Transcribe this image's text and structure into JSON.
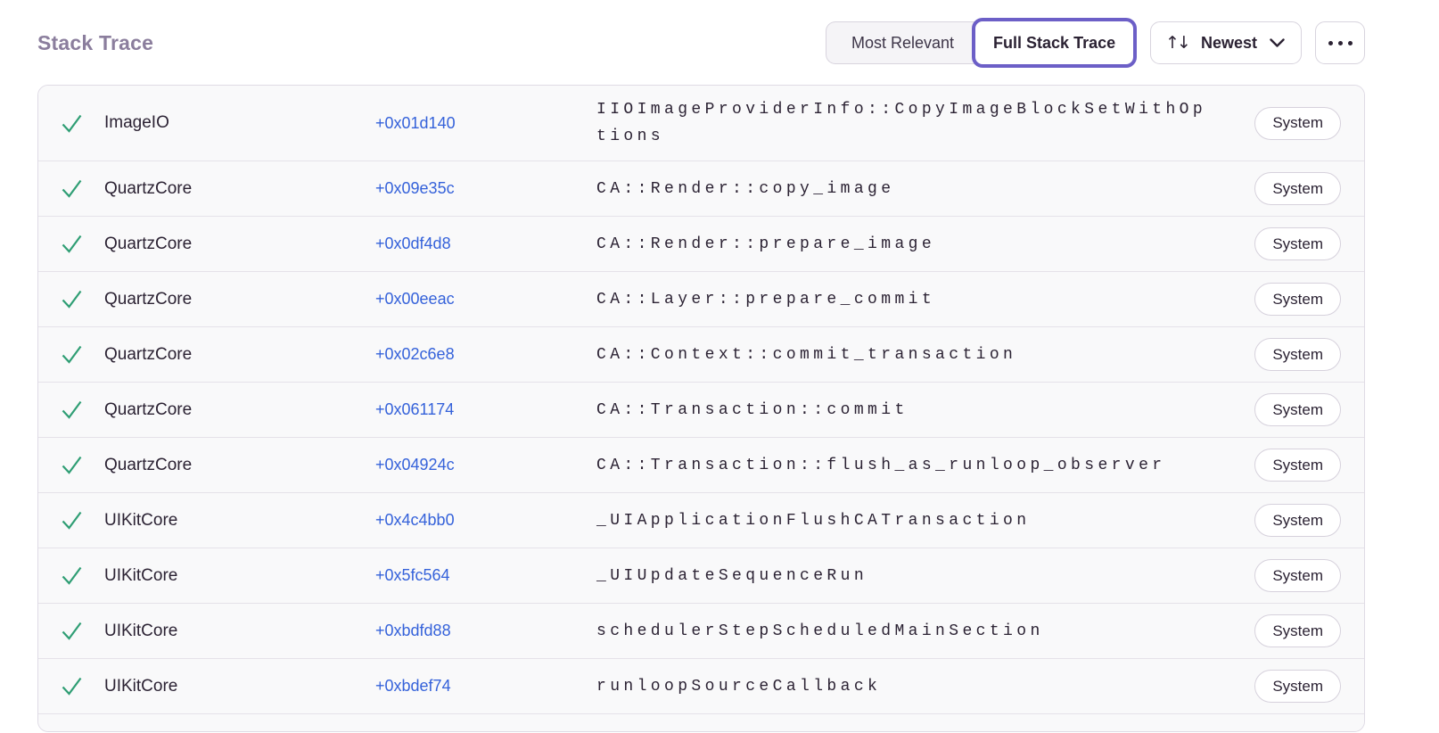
{
  "header": {
    "title": "Stack Trace",
    "toggle": {
      "options": [
        {
          "label": "Most Relevant",
          "selected": false
        },
        {
          "label": "Full Stack Trace",
          "selected": true
        }
      ]
    },
    "sort": {
      "label": "Newest",
      "icon": "sort-arrows-icon"
    },
    "more": {
      "icon": "ellipsis-icon"
    }
  },
  "colors": {
    "accent_purple": "#6c5fc7",
    "link_blue": "#3562da",
    "success_green": "#2f9e74",
    "title_gray_purple": "#8b7e9d"
  },
  "table": {
    "badge_label": "System",
    "check_icon": "check-icon",
    "rows": [
      {
        "module": "ImageIO",
        "address": "+0x01d140",
        "function": "IIOImageProviderInfo::CopyImageBlockSetWithOptions",
        "badge": "System"
      },
      {
        "module": "QuartzCore",
        "address": "+0x09e35c",
        "function": "CA::Render::copy_image",
        "badge": "System"
      },
      {
        "module": "QuartzCore",
        "address": "+0x0df4d8",
        "function": "CA::Render::prepare_image",
        "badge": "System"
      },
      {
        "module": "QuartzCore",
        "address": "+0x00eeac",
        "function": "CA::Layer::prepare_commit",
        "badge": "System"
      },
      {
        "module": "QuartzCore",
        "address": "+0x02c6e8",
        "function": "CA::Context::commit_transaction",
        "badge": "System"
      },
      {
        "module": "QuartzCore",
        "address": "+0x061174",
        "function": "CA::Transaction::commit",
        "badge": "System"
      },
      {
        "module": "QuartzCore",
        "address": "+0x04924c",
        "function": "CA::Transaction::flush_as_runloop_observer",
        "badge": "System"
      },
      {
        "module": "UIKitCore",
        "address": "+0x4c4bb0",
        "function": "_UIApplicationFlushCATransaction",
        "badge": "System"
      },
      {
        "module": "UIKitCore",
        "address": "+0x5fc564",
        "function": "_UIUpdateSequenceRun",
        "badge": "System"
      },
      {
        "module": "UIKitCore",
        "address": "+0xbdfd88",
        "function": "schedulerStepScheduledMainSection",
        "badge": "System"
      },
      {
        "module": "UIKitCore",
        "address": "+0xbdef74",
        "function": "runloopSourceCallback",
        "badge": "System"
      }
    ]
  }
}
